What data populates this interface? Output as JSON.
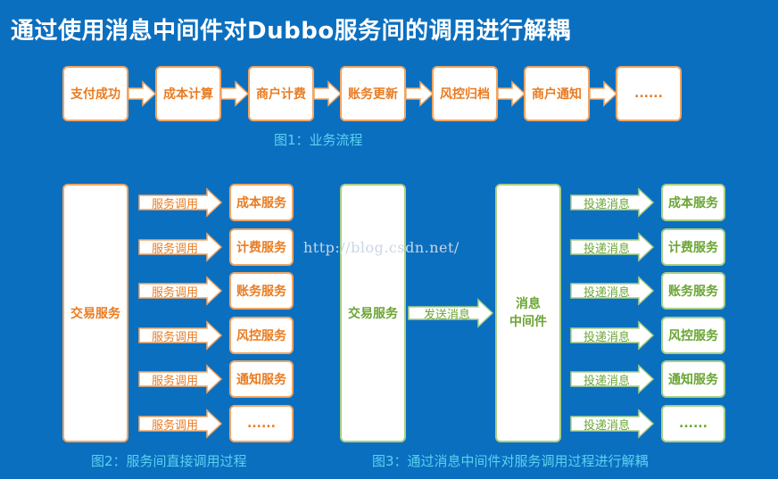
{
  "title": "通过使用消息中间件对Dubbo服务间的调用进行解耦",
  "fig1": {
    "steps": [
      "支付成功",
      "成本计算",
      "商户计费",
      "账务更新",
      "风控归档",
      "商户通知",
      "......"
    ],
    "caption": "图1：业务流程"
  },
  "fig2": {
    "source": "交易服务",
    "call_label": "服务调用",
    "targets": [
      "成本服务",
      "计费服务",
      "账务服务",
      "风控服务",
      "通知服务",
      "......"
    ],
    "caption": "图2：服务间直接调用过程"
  },
  "fig3": {
    "source": "交易服务",
    "send_label": "发送消息",
    "middleware": "消息\n中间件",
    "deliver_label": "投递消息",
    "targets": [
      "成本服务",
      "计费服务",
      "账务服务",
      "风控服务",
      "通知服务",
      "......"
    ],
    "caption": "图3：通过消息中间件对服务调用过程进行解耦"
  },
  "watermark": "http://blog.csdn.net/",
  "colors": {
    "background": "#0b6fbf",
    "orange": "#e97c22",
    "green": "#6aa533",
    "caption": "#5ad2f0"
  }
}
